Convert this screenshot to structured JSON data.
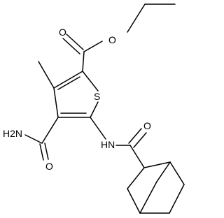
{
  "structure": {
    "atoms": {
      "O_ether": "O",
      "O_carbonyl": "O",
      "S_ring": "S",
      "NH2_amide": "H2N",
      "O_amide": "O",
      "NH_link": "HN",
      "O_link": "O"
    },
    "colors": {
      "bond": "#000000",
      "label": "#000000",
      "background": "#ffffff"
    }
  }
}
